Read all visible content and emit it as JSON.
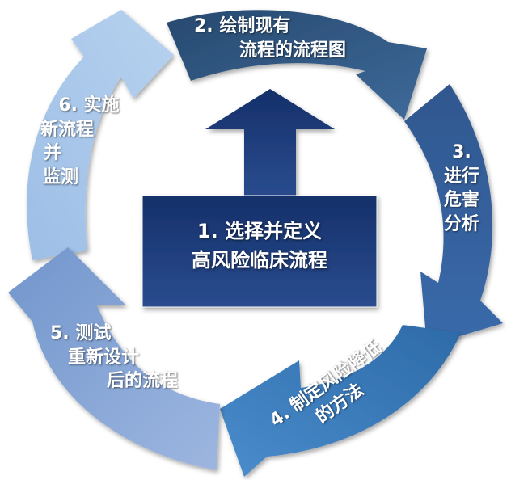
{
  "center": {
    "line1": "1. 选择并定义",
    "line2": "高风险临床流程",
    "color": "#1f3a78"
  },
  "steps": [
    {
      "line1": "2. 绘制现有",
      "line2": "流程的流程图",
      "color": "#2c4f7e"
    },
    {
      "line1": "3.",
      "line2": "进行",
      "line3": "危害",
      "line4": "分析",
      "color": "#2c5590"
    },
    {
      "line1": "4. 制定风险降低",
      "line2": "的方法",
      "color": "#3a76b5"
    },
    {
      "line1": "5. 测试",
      "line2": "重新设计",
      "line3": "后的流程",
      "color": "#7f9fd4"
    },
    {
      "line1": "6. 实施",
      "line2": "新流程",
      "line3": "并",
      "line4": "监测",
      "color": "#a9c6ea"
    }
  ]
}
